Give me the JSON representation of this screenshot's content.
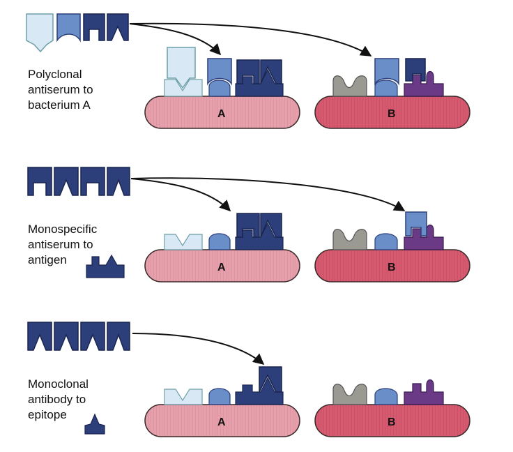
{
  "colors": {
    "cell_fill": "#e6a0ac",
    "cell_fill_dark": "#d55a70",
    "cell_stroke": "#3a2a2a",
    "antibody_dark": "#2c3f7a",
    "antibody_medium": "#6a8fc8",
    "antibody_light": "#d8e8f4",
    "antigen_gray": "#9a9a92",
    "antigen_purple": "#6a3a86",
    "arrow": "#111111"
  },
  "panels": [
    {
      "caption": "Polyclonal\nantiserum to\nbacterium A",
      "cell_a_label": "A",
      "cell_b_label": "B",
      "antigen_key_label": ""
    },
    {
      "caption": "Monospecific\nantiserum to\nantigen",
      "cell_a_label": "A",
      "cell_b_label": "B",
      "antigen_key_label": ""
    },
    {
      "caption": "Monoclonal\nantibody to\nepitope",
      "cell_a_label": "A",
      "cell_b_label": "B",
      "antigen_key_label": ""
    }
  ]
}
